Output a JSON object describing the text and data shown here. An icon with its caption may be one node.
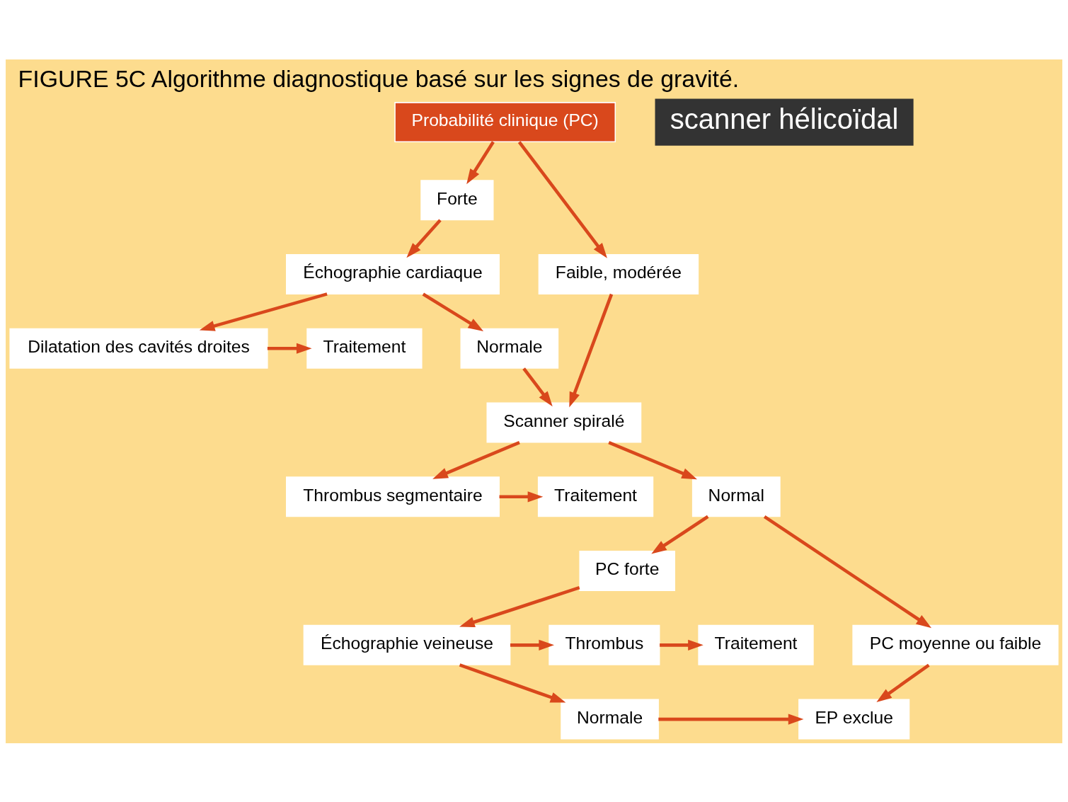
{
  "diagram": {
    "title": "FIGURE 5C Algorithme diagnostique basé sur les signes de gravité.",
    "nodes": [
      {
        "text": [
          "Probabilité clinique (PC)"
        ]
      },
      {
        "text": [
          "Forte"
        ]
      },
      {
        "text": [
          "Faible, modérée"
        ]
      },
      {
        "text": [
          "Échographie cardiaque"
        ]
      },
      {
        "text": [
          "Traitement"
        ]
      },
      {
        "text": [
          "Dilatation des cavités droites"
        ]
      },
      {
        "text": [
          "Normale"
        ]
      },
      {
        "text": [
          "Scanner spiralé"
        ]
      },
      {
        "text": [
          "Traitement"
        ]
      },
      {
        "text": [
          "Thrombus segmentaire"
        ]
      },
      {
        "text": [
          "Normal"
        ]
      },
      {
        "text": [
          "PC forte"
        ]
      },
      {
        "text": [
          "PC moyenne ou faible"
        ]
      },
      {
        "text": [
          "Traitement"
        ]
      },
      {
        "text": [
          "Thrombus"
        ]
      },
      {
        "text": [
          "Échographie veineuse"
        ]
      },
      {
        "text": [
          "Normale"
        ]
      },
      {
        "text": [
          "EP exclue"
        ]
      }
    ],
    "edges": [
      {
        "from": 0,
        "to": 1,
        "arrow": "to"
      },
      {
        "from": 0,
        "to": 2,
        "arrow": "to"
      },
      {
        "from": 1,
        "to": 3,
        "arrow": "to"
      },
      {
        "from": 3,
        "to": 5,
        "arrow": "to"
      },
      {
        "from": 3,
        "to": 6,
        "arrow": "to"
      },
      {
        "from": 5,
        "to": 4,
        "arrow": "to"
      },
      {
        "from": 6,
        "to": 7,
        "arrow": "to"
      },
      {
        "from": 2,
        "to": 7,
        "arrow": "to"
      },
      {
        "from": 7,
        "to": 9,
        "arrow": "to"
      },
      {
        "from": 7,
        "to": 10,
        "arrow": "to"
      },
      {
        "from": 9,
        "to": 8,
        "arrow": "to"
      },
      {
        "from": 10,
        "to": 11,
        "arrow": "to"
      },
      {
        "from": 10,
        "to": 12,
        "arrow": "to"
      },
      {
        "from": 11,
        "to": 15,
        "arrow": "to"
      },
      {
        "from": 15,
        "to": 14,
        "arrow": "to"
      },
      {
        "from": 14,
        "to": 13,
        "arrow": "to"
      },
      {
        "from": 15,
        "to": 16,
        "arrow": "to"
      },
      {
        "from": 16,
        "to": 17,
        "arrow": "to"
      },
      {
        "from": 12,
        "to": 17,
        "arrow": "to"
      }
    ],
    "labels": [
      "scanner hélicoïdal"
    ]
  }
}
